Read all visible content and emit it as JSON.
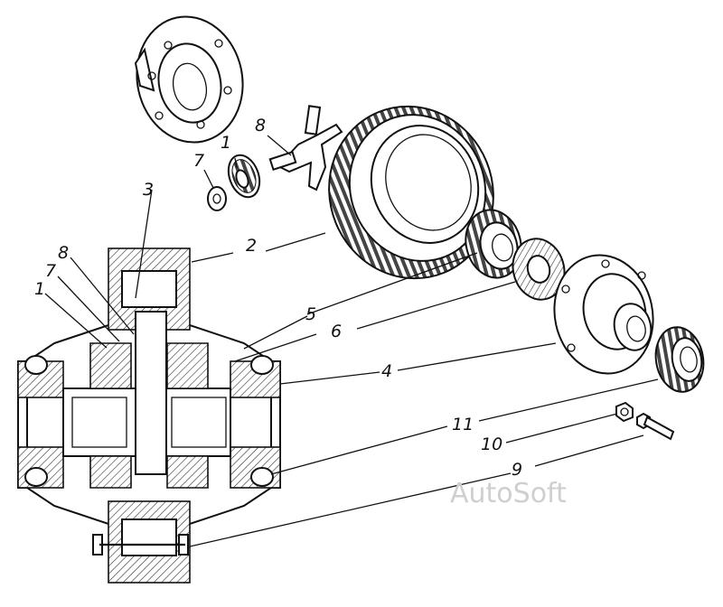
{
  "diagram": {
    "callouts": [
      "1",
      "2",
      "3",
      "4",
      "5",
      "6",
      "7",
      "8",
      "9",
      "10",
      "11"
    ],
    "section_callouts": [
      "1",
      "7",
      "8"
    ],
    "watermark": "AutoSoft"
  }
}
